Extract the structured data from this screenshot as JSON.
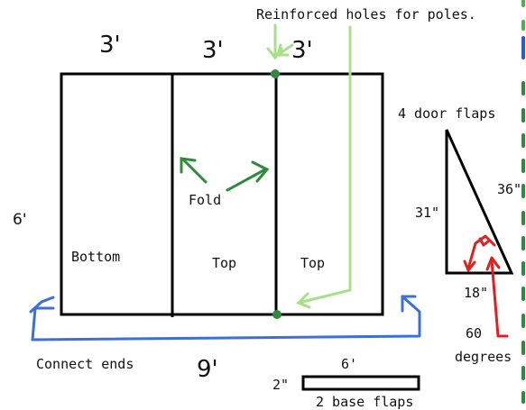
{
  "colors": {
    "outline": "#000000",
    "green_light": "#a8e08a",
    "green_dark": "#2e8b3e",
    "blue": "#3c6fd8",
    "red": "#e02020",
    "edge_blue": "#2a5fbf",
    "edge_green": "#4caf50"
  },
  "labels": {
    "reinforced": "Reinforced holes for poles.",
    "dim_a": "3'",
    "dim_b": "3'",
    "dim_c": "3'",
    "height": "6'",
    "width": "9'",
    "fold": "Fold",
    "bottom": "Bottom",
    "top_1": "Top",
    "top_2": "Top",
    "connect": "Connect ends",
    "door_flaps": "4 door flaps",
    "side_31": "31\"",
    "side_36": "36\"",
    "base_18": "18\"",
    "angle_value": "60",
    "angle_unit": "degrees",
    "base_flap_length": "6'",
    "base_flap_height": "2\"",
    "base_flaps": "2 base flaps"
  },
  "icons": {
    "fold_arrows": "double-arrow-icon",
    "reinforced_arrows": "pointer-arrow-icon",
    "connect_arrow": "connect-arrow-icon",
    "angle_arrow": "angle-arrow-icon"
  }
}
